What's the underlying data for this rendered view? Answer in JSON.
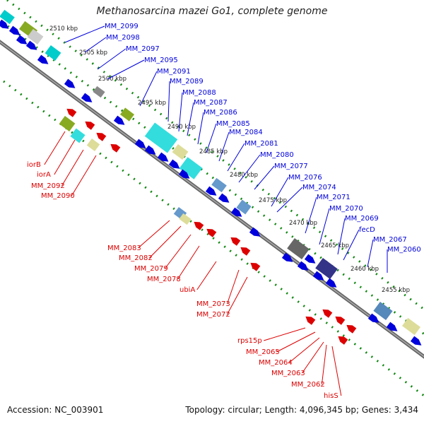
{
  "title": "Methanosarcina mazei Go1, complete genome",
  "footer": {
    "accession": "Accession: NC_003901",
    "topology": "Topology: circular; Length: 4,096,345 bp; Genes: 3,434"
  },
  "colors": {
    "forward": "#0000dd",
    "reverse": "#dd0000",
    "backbone": "#888888",
    "ticks": "#118811"
  },
  "scale_labels": [
    "2510 kbp",
    "2505 kbp",
    "2500 kbp",
    "2495 kbp",
    "2490 kbp",
    "2485 kbp",
    "2480 kbp",
    "2475 kbp",
    "2470 kbp",
    "2465 kbp",
    "2460 kbp",
    "2455 kbp"
  ],
  "forward_labels": [
    "MM_2099",
    "MM_2098",
    "MM_2097",
    "MM_2095",
    "MM_2091",
    "MM_2089",
    "MM_2088",
    "MM_2087",
    "MM_2086",
    "MM_2085",
    "MM_2084",
    "MM_2081",
    "MM_2080",
    "MM_2077",
    "MM_2076",
    "MM_2074",
    "MM_2071",
    "MM_2070",
    "MM_2069",
    "fecD",
    "MM_2067",
    "MM_2060"
  ],
  "reverse_labels": [
    "iorB",
    "iorA",
    "MM_2092",
    "MM_2090",
    "MM_2083",
    "MM_2082",
    "MM_2079",
    "MM_2078",
    "ubiA",
    "MM_2073",
    "MM_2072",
    "rps15p",
    "MM_2065",
    "MM_2064",
    "MM_2063",
    "MM_2062",
    "hisS"
  ]
}
